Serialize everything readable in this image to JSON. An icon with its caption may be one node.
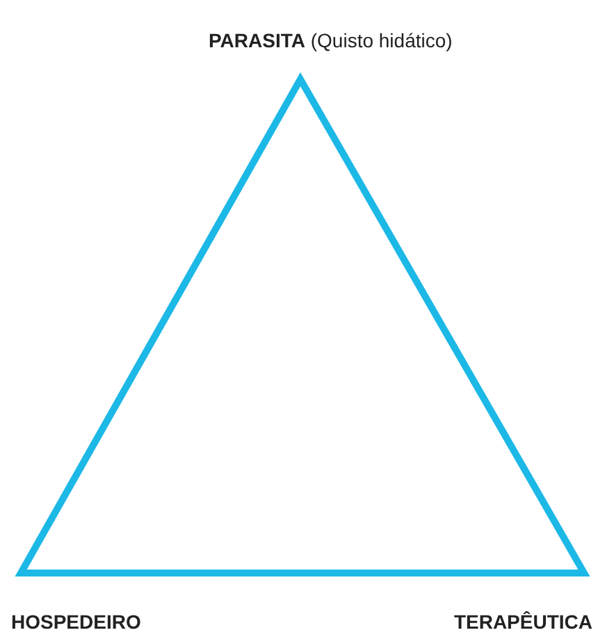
{
  "diagram": {
    "nodes": [
      {
        "text": [],
        "shape": "triangle"
      }
    ],
    "labels": [
      "**PARASITA** (Quisto hidático)",
      "HOSPEDEIRO",
      "TERAPÊUTICA"
    ]
  }
}
